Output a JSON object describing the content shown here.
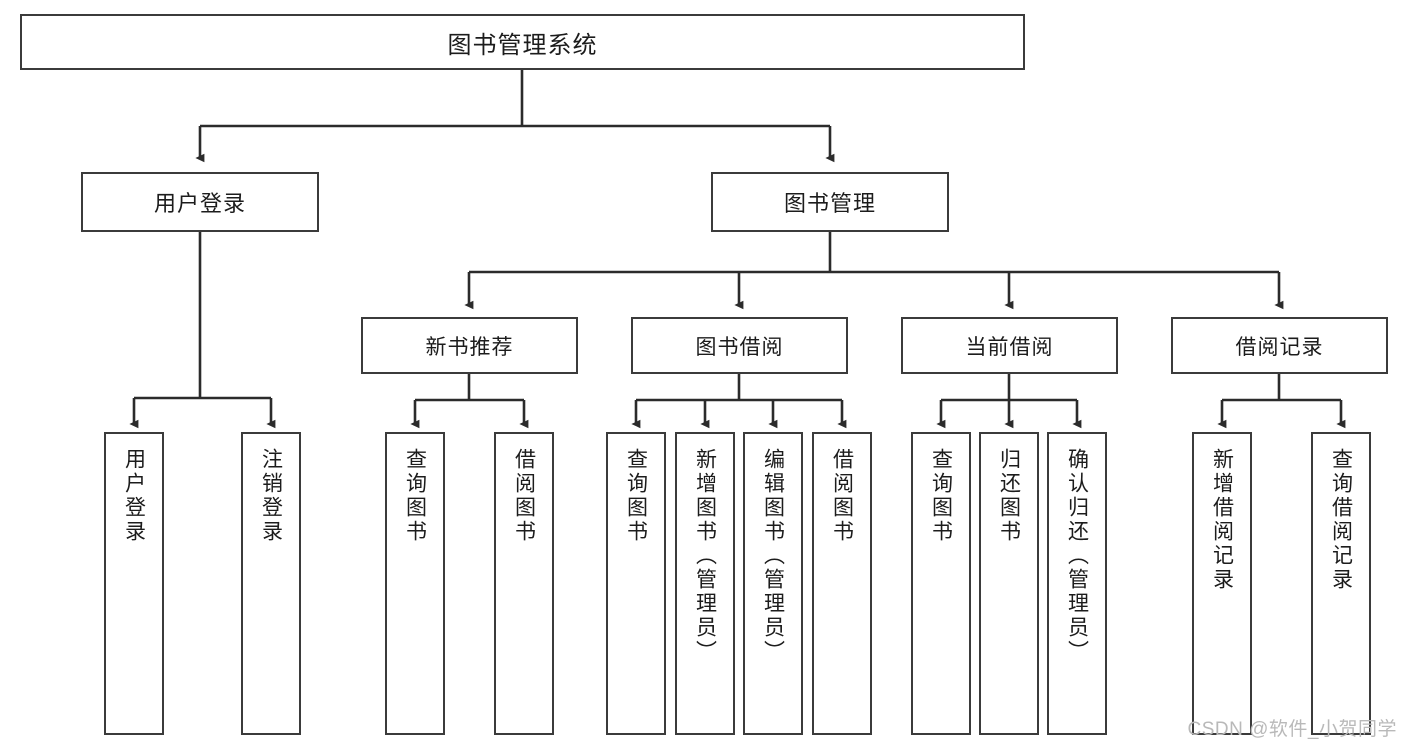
{
  "diagram": {
    "title": "图书管理系统",
    "type": "tree",
    "watermark": "CSDN @软件_小贺同学",
    "colors": {
      "box_border": "#3b3b3b",
      "box_fill": "#ffffff",
      "edge": "#2b2b2b",
      "text": "#1c1c1c",
      "watermark": "#b9b9b9"
    },
    "root": {
      "label": "图书管理系统"
    },
    "level2": [
      {
        "label": "用户登录"
      },
      {
        "label": "图书管理"
      }
    ],
    "level3": [
      {
        "label": "新书推荐"
      },
      {
        "label": "图书借阅"
      },
      {
        "label": "当前借阅"
      },
      {
        "label": "借阅记录"
      }
    ],
    "leaves": {
      "user_login": [
        {
          "label": "用户登录"
        },
        {
          "label": "注销登录"
        }
      ],
      "new_book_recommend": [
        {
          "label": "查询图书"
        },
        {
          "label": "借阅图书"
        }
      ],
      "book_borrow": [
        {
          "label": "查询图书"
        },
        {
          "label": "新增图书（管理员）"
        },
        {
          "label": "编辑图书（管理员）"
        },
        {
          "label": "借阅图书"
        }
      ],
      "current_borrow": [
        {
          "label": "查询图书"
        },
        {
          "label": "归还图书"
        },
        {
          "label": "确认归还（管理员）"
        }
      ],
      "borrow_record": [
        {
          "label": "新增借阅记录"
        },
        {
          "label": "查询借阅记录"
        }
      ]
    }
  }
}
